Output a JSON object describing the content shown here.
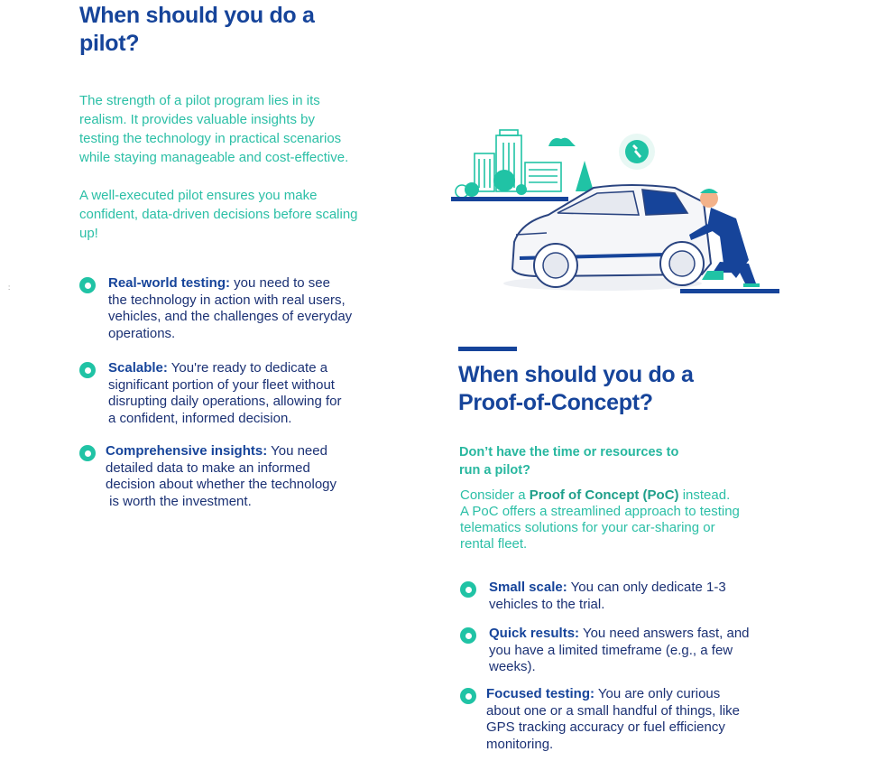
{
  "left": {
    "title_lines": [
      "When should you do a",
      "pilot?"
    ],
    "intro_lines": [
      "The strength of a pilot program lies in its",
      "realism. It provides valuable insights by",
      "testing the technology in practical scenarios",
      "while staying manageable and cost-effective."
    ],
    "intro2_lines": [
      "A well-executed pilot ensures you make",
      "confident, data-driven decisions before scaling",
      "up!"
    ],
    "bullets": [
      {
        "label": "Real-world testing:",
        "first_rest": " you need to see",
        "lines": [
          "the technology in action with real users,",
          "vehicles, and the challenges of everyday",
          "operations."
        ]
      },
      {
        "label": "Scalable:",
        "first_rest": " You're ready to dedicate a",
        "lines": [
          "significant portion of your fleet without",
          "disrupting daily operations, allowing for",
          "a confident, informed decision."
        ]
      },
      {
        "label": "Comprehensive insights:",
        "first_rest": " You need",
        "lines": [
          "detailed data to make an informed",
          "decision about whether the technology",
          " is worth the investment."
        ]
      }
    ]
  },
  "right": {
    "title_lines": [
      "When should you do a",
      "Proof-of-Concept?"
    ],
    "subhead_lines": [
      "Don’t have the time or resources to",
      "run a pilot?"
    ],
    "poc": {
      "pre": "Consider a ",
      "bold": "Proof of Concept (PoC)",
      "post": " instead.",
      "lines": [
        "A PoC offers a streamlined approach to testing",
        "telematics solutions for your car-sharing or",
        "rental fleet."
      ]
    },
    "bullets": [
      {
        "label": "Small scale:",
        "first_rest": " You can only dedicate 1-3",
        "lines": [
          "vehicles to the trial."
        ]
      },
      {
        "label": "Quick results:",
        "first_rest": " You need answers fast, and",
        "lines": [
          "you have a limited timeframe (e.g., a few",
          "weeks)."
        ]
      },
      {
        "label": "Focused testing:",
        "first_rest": " You are only curious",
        "lines": [
          "about one or a small handful of things, like",
          "GPS tracking accuracy or fuel efficiency",
          "monitoring."
        ]
      }
    ]
  },
  "illustration": {
    "icons": [
      "city-skyline",
      "cloud-icon",
      "wrench-icon",
      "car",
      "mechanic"
    ],
    "colors": {
      "navy": "#16449a",
      "teal": "#20c3a5",
      "light_gray": "#eef0f4",
      "outline": "#2a4480"
    }
  },
  "stray_mark": ":"
}
